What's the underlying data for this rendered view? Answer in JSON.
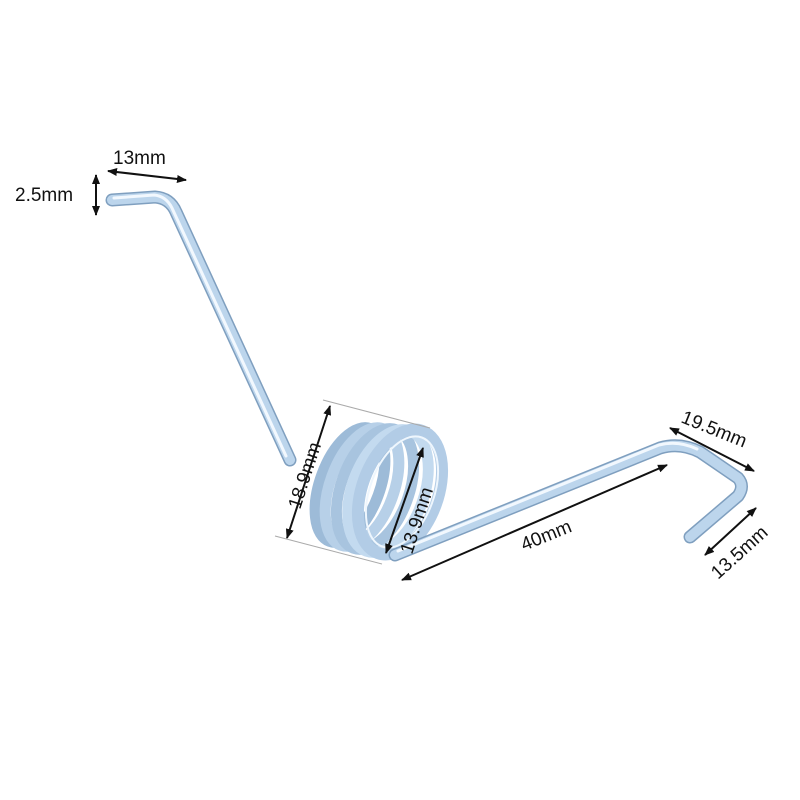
{
  "product": {
    "name": "torsion spring",
    "wire_color": "#b9d3ea",
    "wire_highlight": "#eef6fd",
    "wire_shadow": "#7f9fbf"
  },
  "dimensions": {
    "top_leg_length": "13mm",
    "wire_diameter": "2.5mm",
    "coil_outer_diameter": "18.9mm",
    "coil_inner_diameter": "13.9mm",
    "long_leg_length": "40mm",
    "hook_top_length": "19.5mm",
    "hook_end_length": "13.5mm"
  },
  "colors": {
    "annotation": "#111111",
    "extension_line": "#aaaaaa",
    "background": "#ffffff"
  }
}
